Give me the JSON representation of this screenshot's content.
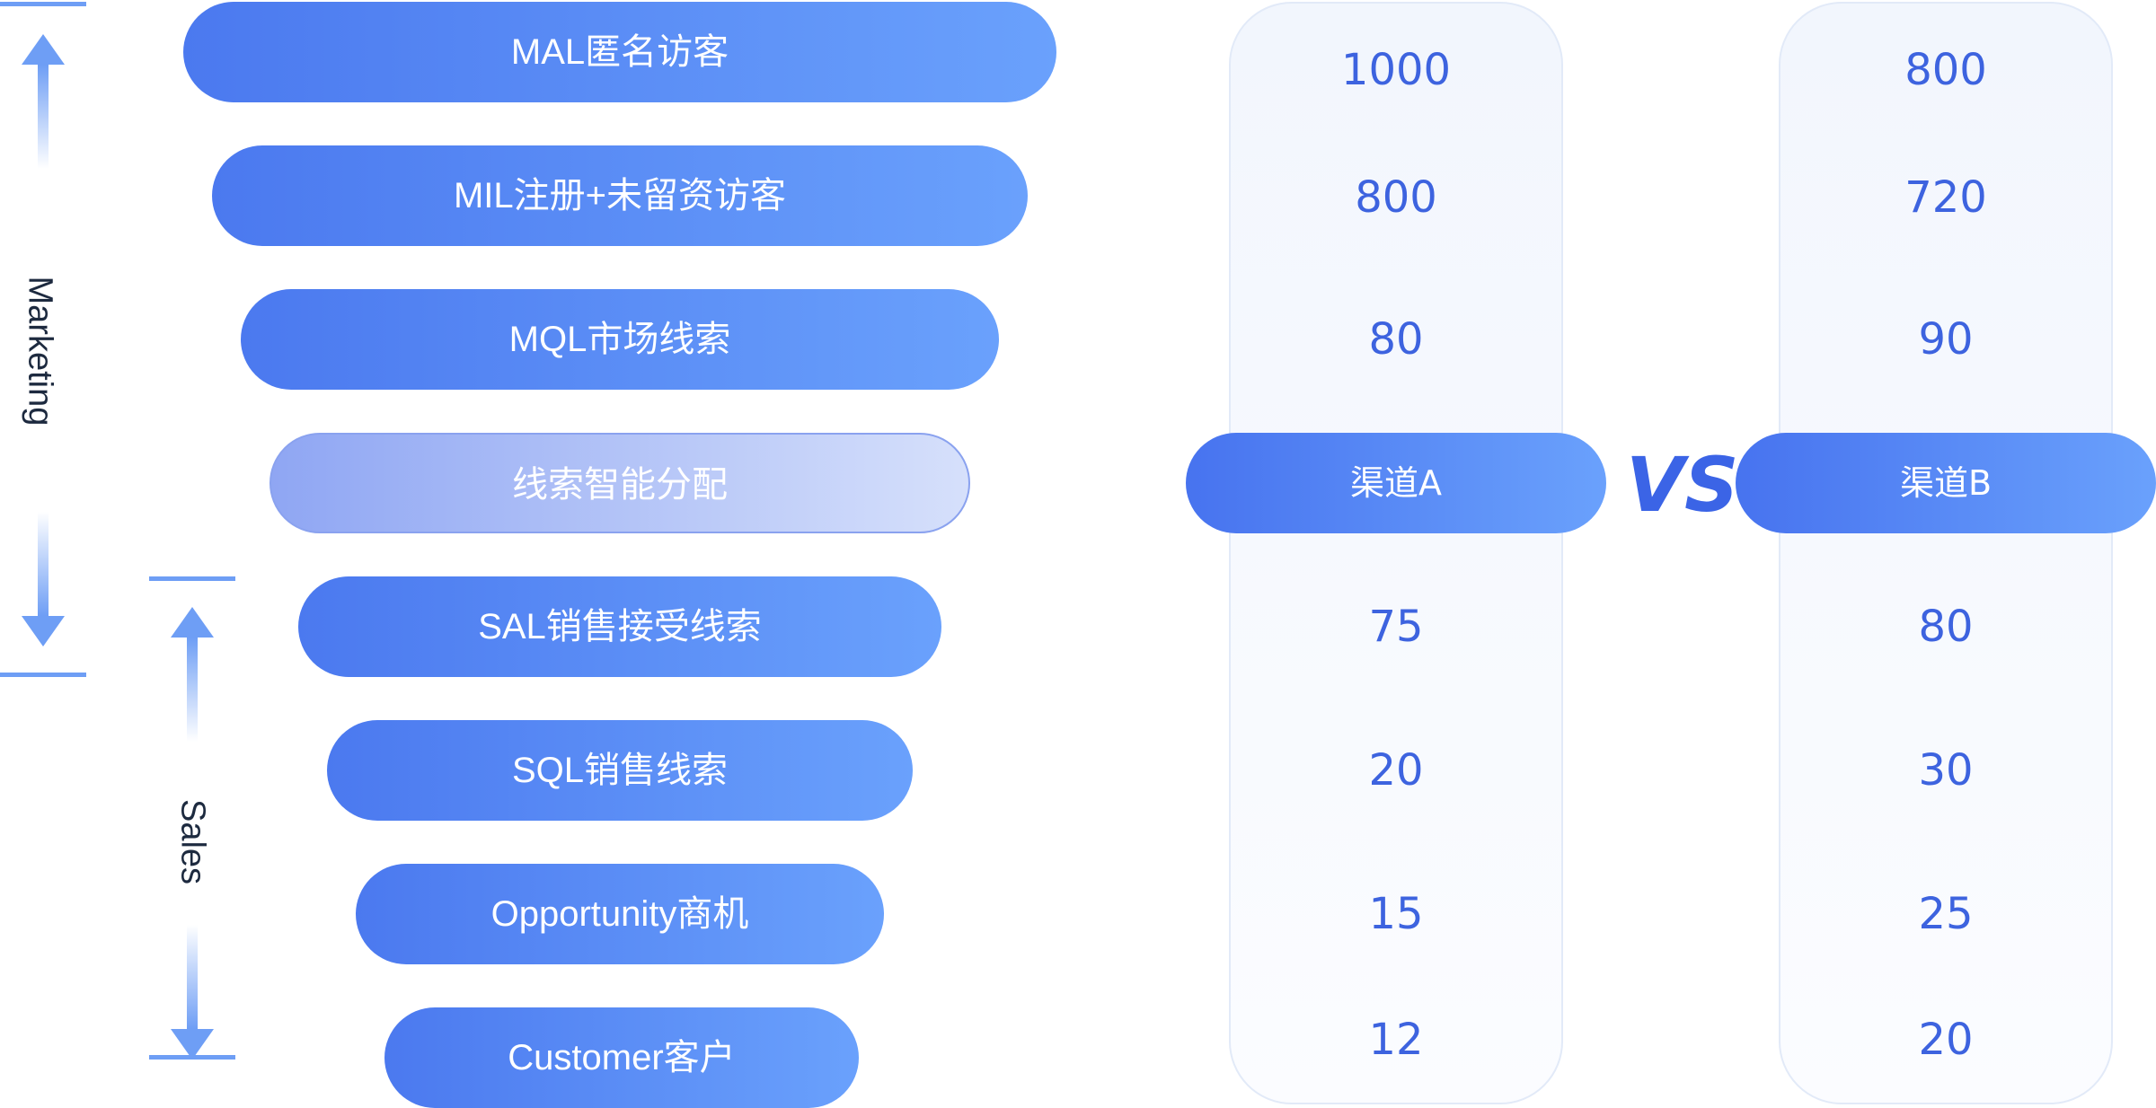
{
  "stages": {
    "marketing": "Marketing",
    "sales": "Sales"
  },
  "funnel": [
    {
      "label": "MAL匿名访客"
    },
    {
      "label": "MIL注册+未留资访客"
    },
    {
      "label": "MQL市场线索"
    },
    {
      "label": "线索智能分配",
      "highlight": true
    },
    {
      "label": "SAL销售接受线索"
    },
    {
      "label": "SQL销售线索"
    },
    {
      "label": "Opportunity商机"
    },
    {
      "label": "Customer客户"
    }
  ],
  "comparison": {
    "vs": "VS",
    "channel_a": {
      "name": "渠道A",
      "values": [
        "1000",
        "800",
        "80",
        "75",
        "20",
        "15",
        "12"
      ]
    },
    "channel_b": {
      "name": "渠道B",
      "values": [
        "800",
        "720",
        "90",
        "80",
        "30",
        "25",
        "20"
      ]
    }
  },
  "colors": {
    "pill_start": "#4b79ef",
    "pill_end": "#6aa1fc",
    "value_text": "#3d63df",
    "accent_line": "#6e9ef5"
  }
}
